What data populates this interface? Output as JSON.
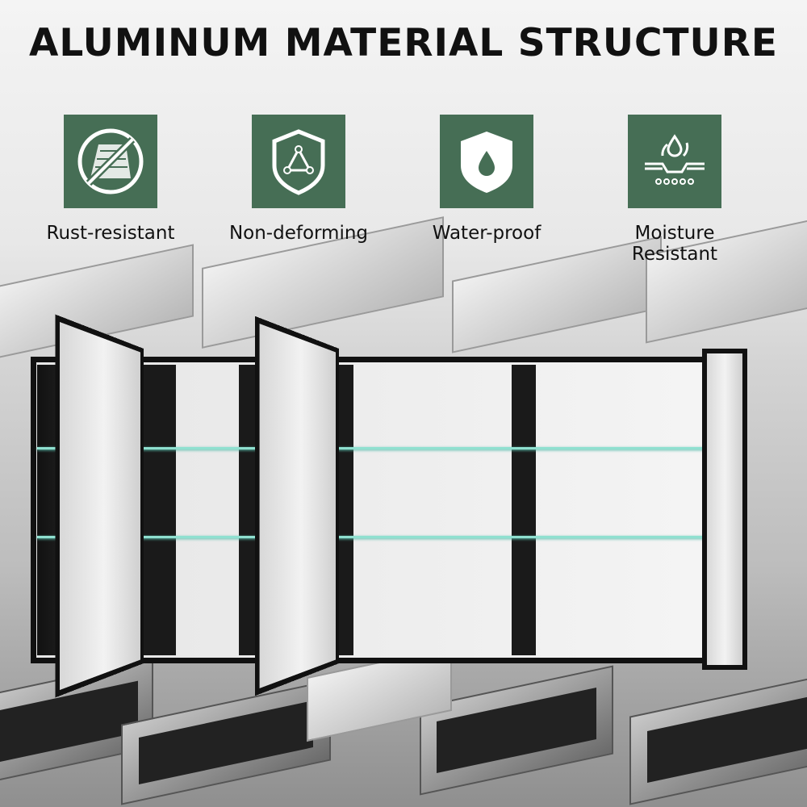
{
  "title": "ALUMINUM MATERIAL STRUCTURE",
  "features": [
    {
      "label": "Rust-resistant",
      "icon": "no-rust-icon"
    },
    {
      "label": "Non-deforming",
      "icon": "shield-triangle-icon"
    },
    {
      "label": "Water-proof",
      "icon": "shield-drop-icon"
    },
    {
      "label": "Moisture Resistant",
      "icon": "moisture-icon"
    }
  ],
  "colors": {
    "icon_bg": "#466e55",
    "title": "#111111"
  }
}
